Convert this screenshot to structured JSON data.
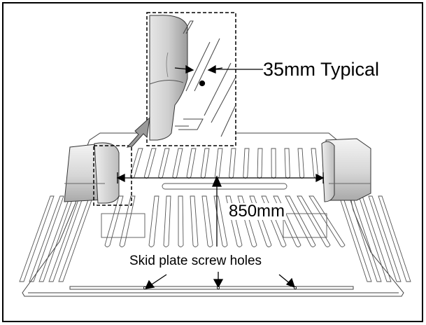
{
  "labels": {
    "spacing": "35mm Typical",
    "width": "850mm",
    "screw_holes": "Skid plate screw holes"
  },
  "colors": {
    "line": "#000000",
    "background": "#ffffff",
    "pad_light": "#f2f2f2",
    "pad_mid": "#d4d4d4",
    "pad_dark": "#a8a8a8",
    "arrow_fill": "#9a9a9a"
  },
  "icons": {
    "callout_arrow": "block-arrow-up-right"
  }
}
